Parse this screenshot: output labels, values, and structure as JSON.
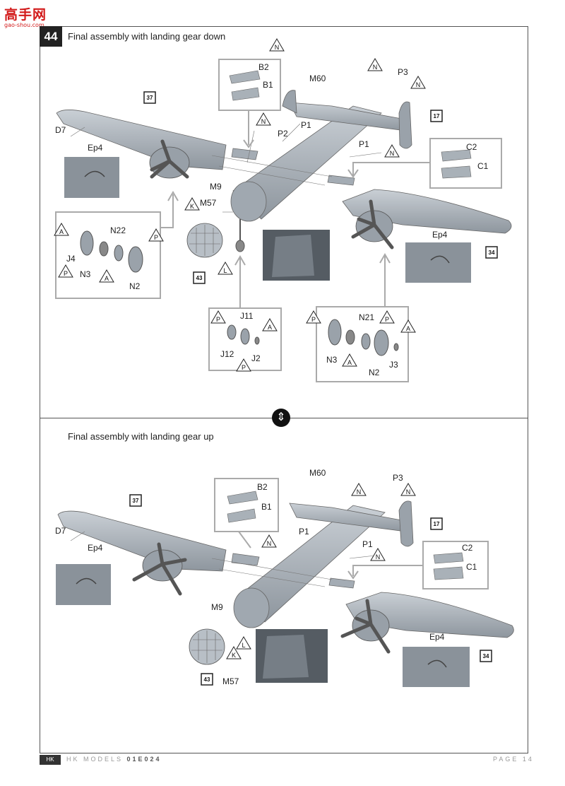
{
  "watermark": {
    "main": "高手网",
    "sub": "gao-shou.com"
  },
  "step_number": "44",
  "section_down": {
    "title": "Final assembly with landing gear down",
    "labels": [
      "B2",
      "B1",
      "M60",
      "P3",
      "P1",
      "P2",
      "P1",
      "D7",
      "Ep4",
      "C2",
      "C1",
      "M9",
      "M57",
      "N22",
      "J4",
      "N3",
      "N2",
      "Ep4",
      "J11",
      "J12",
      "J2",
      "N21",
      "N3",
      "N2",
      "J3"
    ],
    "markers": [
      "N",
      "N",
      "N",
      "N",
      "N",
      "A",
      "P",
      "P",
      "A",
      "K",
      "L",
      "P",
      "A",
      "P",
      "P",
      "A",
      "P",
      "A"
    ],
    "refs": [
      "37",
      "17",
      "43",
      "34"
    ]
  },
  "section_up": {
    "title": "Final assembly with landing gear up",
    "labels": [
      "M60",
      "P3",
      "B2",
      "B1",
      "P1",
      "P1",
      "D7",
      "Ep4",
      "C2",
      "C1",
      "M9",
      "M57",
      "Ep4"
    ],
    "markers": [
      "N",
      "N",
      "N",
      "N",
      "K",
      "L"
    ],
    "refs": [
      "37",
      "17",
      "43",
      "34"
    ]
  },
  "swap_icon": "up-down-arrows-icon",
  "footer": {
    "brand": "HK MODELS",
    "code": "01E024",
    "page_label": "PAGE",
    "page_num": "14"
  },
  "colors": {
    "part_gray": "#a9b1b8",
    "frame": "#555555",
    "callout_box": "#aaaaaa"
  }
}
